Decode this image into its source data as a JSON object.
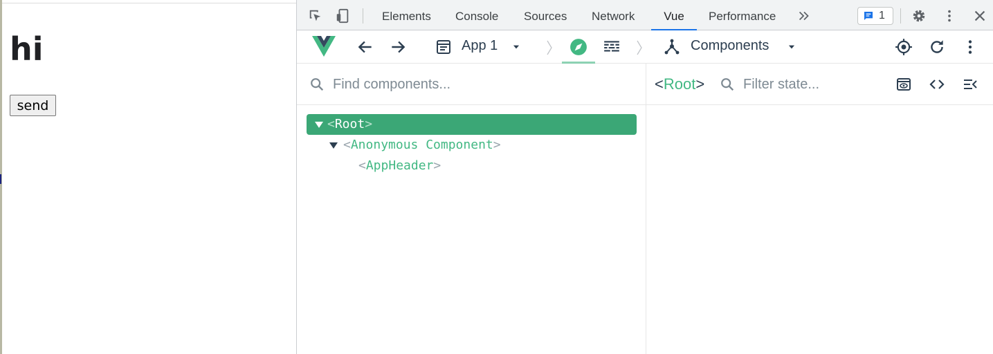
{
  "page": {
    "heading": "hi",
    "send_button": "send"
  },
  "devtools": {
    "tabs": [
      "Elements",
      "Console",
      "Sources",
      "Network",
      "Vue",
      "Performance"
    ],
    "active_tab": "Vue",
    "issues_count": "1",
    "accent_color": "#1a73e8"
  },
  "vue": {
    "app_selector": "App 1",
    "mode_selector": "Components",
    "find_placeholder": "Find components...",
    "filter_placeholder": "Filter state...",
    "selected_component": "Root",
    "brand_color": "#42b883",
    "tree": [
      {
        "name": "Root",
        "expanded": true,
        "selected": true,
        "depth": 0
      },
      {
        "name": "Anonymous Component",
        "expanded": true,
        "selected": false,
        "depth": 1
      },
      {
        "name": "AppHeader",
        "expanded": false,
        "selected": false,
        "depth": 2
      }
    ]
  }
}
